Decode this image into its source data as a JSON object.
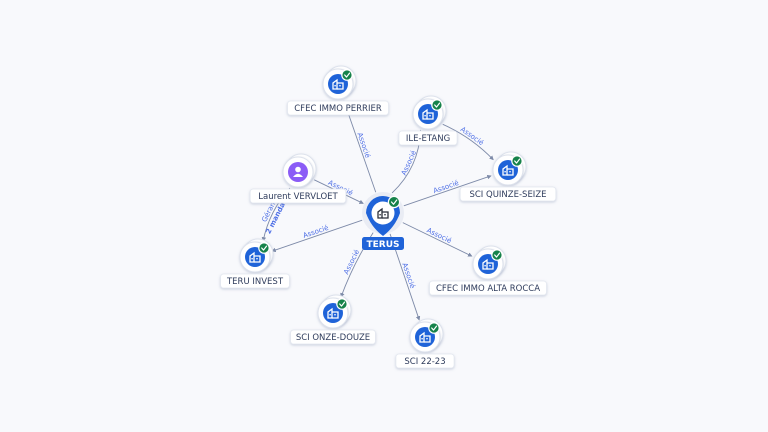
{
  "colors": {
    "company": "#1f63d8",
    "person": "#8b5cf6",
    "check": "#16824a",
    "edge": "#7d8aa8",
    "edge_label": "#4e6fe6",
    "center": "#1f63d8"
  },
  "center": {
    "id": "terus",
    "label": "TERUS",
    "icon": "building-icon",
    "verified": true
  },
  "nodes": [
    {
      "id": "perrier",
      "label": "CFEC IMMO PERRIER",
      "type": "company",
      "icon": "building-icon",
      "verified": true
    },
    {
      "id": "ile",
      "label": "ILE-ETANG",
      "type": "company",
      "icon": "building-icon",
      "verified": true
    },
    {
      "id": "quinze",
      "label": "SCI QUINZE-SEIZE",
      "type": "company",
      "icon": "building-icon",
      "verified": true
    },
    {
      "id": "laurent",
      "label": "Laurent VERVLOET",
      "type": "person",
      "icon": "person-icon",
      "verified": false
    },
    {
      "id": "teruinvest",
      "label": "TERU INVEST",
      "type": "company",
      "icon": "building-icon",
      "verified": true
    },
    {
      "id": "alta",
      "label": "CFEC IMMO ALTA ROCCA",
      "type": "company",
      "icon": "building-icon",
      "verified": true
    },
    {
      "id": "onze",
      "label": "SCI ONZE-DOUZE",
      "type": "company",
      "icon": "building-icon",
      "verified": true
    },
    {
      "id": "sci2223",
      "label": "SCI 22-23",
      "type": "company",
      "icon": "building-icon",
      "verified": true
    }
  ],
  "edges": [
    {
      "from": "terus",
      "to": "perrier",
      "label": "Associé"
    },
    {
      "from": "terus",
      "to": "ile",
      "label": "Associé"
    },
    {
      "from": "ile",
      "to": "quinze",
      "label": "Associé"
    },
    {
      "from": "terus",
      "to": "quinze",
      "label": "Associé"
    },
    {
      "from": "laurent",
      "to": "terus",
      "label": "Associé"
    },
    {
      "from": "laurent",
      "to": "teruinvest",
      "label": "Gérant",
      "label2": "2 mandats"
    },
    {
      "from": "terus",
      "to": "teruinvest",
      "label": "Associé"
    },
    {
      "from": "terus",
      "to": "alta",
      "label": "Associé"
    },
    {
      "from": "terus",
      "to": "onze",
      "label": "Associé"
    },
    {
      "from": "terus",
      "to": "sci2223",
      "label": "Associé"
    }
  ]
}
